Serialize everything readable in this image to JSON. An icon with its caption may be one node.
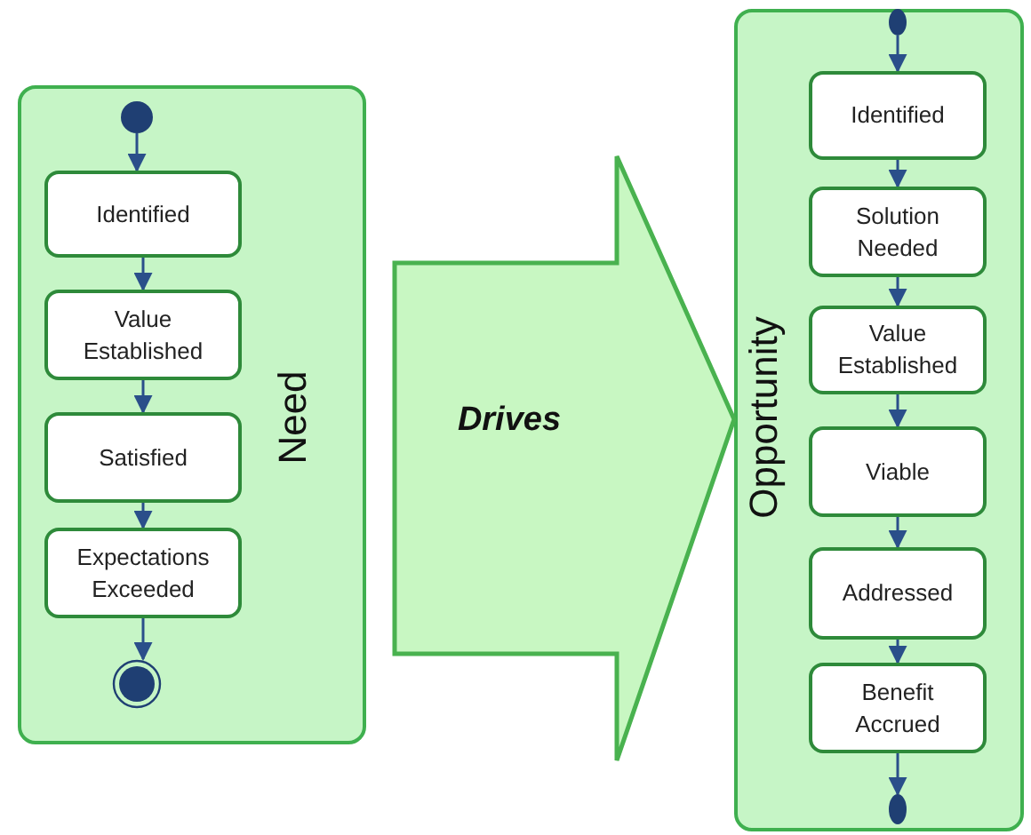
{
  "diagram": {
    "nodes": [
      {
        "text": [
          "Need"
        ]
      },
      {
        "text": [],
        "shape": "circle",
        "in": 0
      },
      {
        "text": [
          "Identified"
        ],
        "in": 0
      },
      {
        "text": [
          "Value Established"
        ],
        "in": 0
      },
      {
        "text": [
          "Satisfied"
        ],
        "in": 0
      },
      {
        "text": [
          "Expectations Exceeded"
        ],
        "in": 0
      },
      {
        "text": [],
        "shape": "circle",
        "in": 0
      },
      {
        "text": [
          "Opportunity"
        ]
      },
      {
        "text": [],
        "shape": "circle",
        "in": 7
      },
      {
        "text": [
          "Identified"
        ],
        "in": 7
      },
      {
        "text": [
          "Solution Needed"
        ],
        "in": 7
      },
      {
        "text": [
          "Value Established"
        ],
        "in": 7
      },
      {
        "text": [
          "Viable"
        ],
        "in": 7
      },
      {
        "text": [
          "Addressed"
        ],
        "in": 7
      },
      {
        "text": [
          "Benefit Accrued"
        ],
        "in": 7
      },
      {
        "text": [],
        "shape": "circle",
        "in": 7
      }
    ],
    "edges": [
      {
        "from": 1,
        "to": 2,
        "arrow": "to"
      },
      {
        "from": 2,
        "to": 3,
        "arrow": "to"
      },
      {
        "from": 3,
        "to": 4,
        "arrow": "to"
      },
      {
        "from": 4,
        "to": 5,
        "arrow": "to"
      },
      {
        "from": 5,
        "to": 6,
        "arrow": "to"
      },
      {
        "from": 0,
        "to": 7,
        "arrow": "to",
        "label": "Drives",
        "style": "thick"
      },
      {
        "from": 8,
        "to": 9,
        "arrow": "to"
      },
      {
        "from": 9,
        "to": 10,
        "arrow": "to"
      },
      {
        "from": 10,
        "to": 11,
        "arrow": "to"
      },
      {
        "from": 11,
        "to": 12,
        "arrow": "to"
      },
      {
        "from": 12,
        "to": 13,
        "arrow": "to"
      },
      {
        "from": 13,
        "to": 14,
        "arrow": "to"
      },
      {
        "from": 14,
        "to": 15,
        "arrow": "to"
      }
    ]
  }
}
